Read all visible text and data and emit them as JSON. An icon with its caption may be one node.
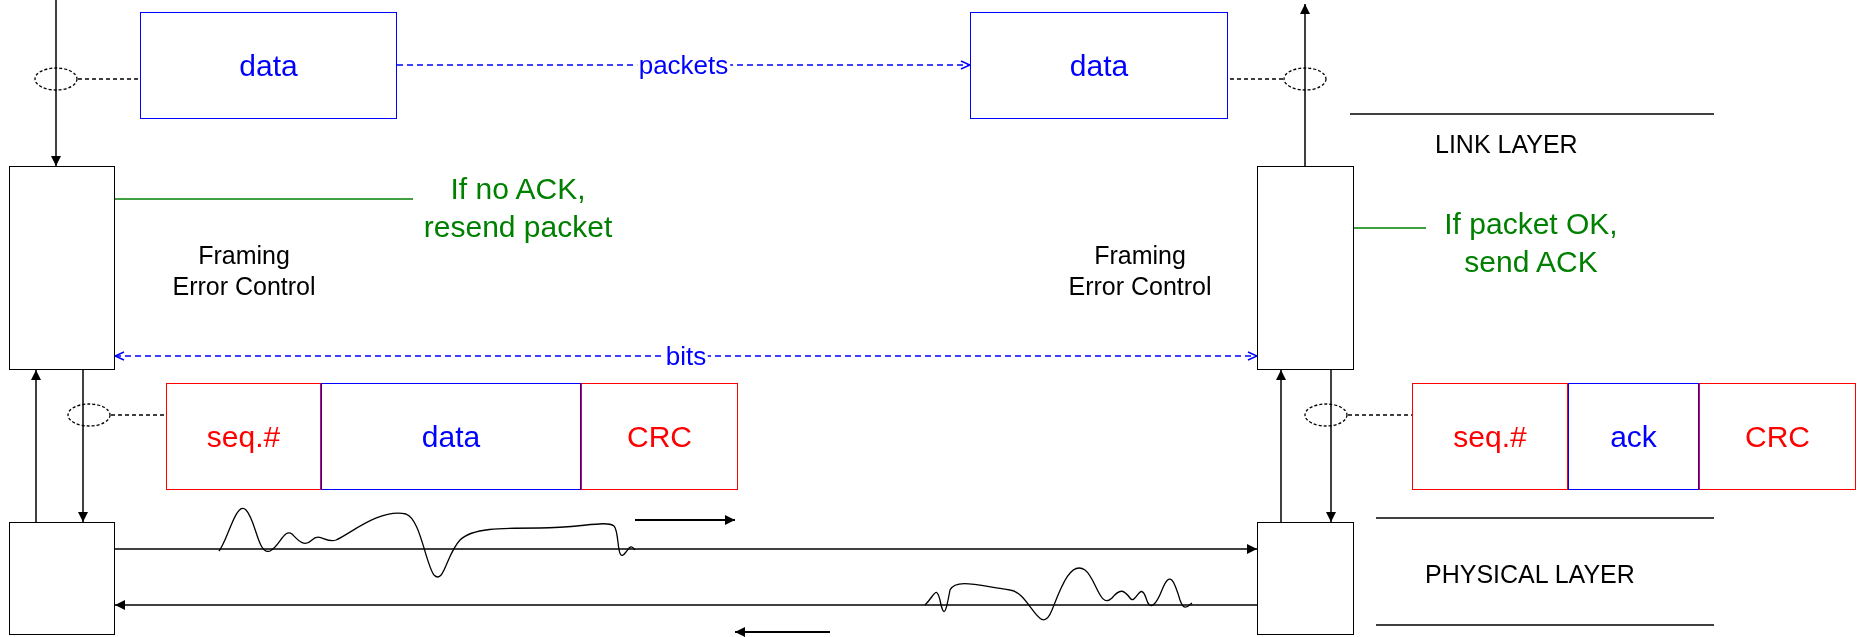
{
  "diagram": {
    "nodes": [
      {
        "text": [],
        "shape": "ellipse"
      },
      {
        "text": [
          "data"
        ]
      },
      {
        "text": [
          "data"
        ]
      },
      {
        "text": [],
        "shape": "ellipse"
      },
      {
        "text": [],
        "shape": "box",
        "beside": [
          "Framing Error Control"
        ]
      },
      {
        "text": [
          "If no ACK, resend packet"
        ]
      },
      {
        "text": [],
        "shape": "box",
        "beside": [
          "Framing Error Control"
        ]
      },
      {
        "text": [
          "If packet OK, send ACK"
        ]
      },
      {
        "text": [],
        "shape": "ellipse"
      },
      {
        "text": [
          "seq.#"
        ]
      },
      {
        "text": [
          "data"
        ]
      },
      {
        "text": [
          "CRC"
        ]
      },
      {
        "text": [],
        "shape": "ellipse"
      },
      {
        "text": [
          "seq.#"
        ]
      },
      {
        "text": [
          "ack"
        ]
      },
      {
        "text": [
          "CRC"
        ]
      },
      {
        "text": [],
        "shape": "box"
      },
      {
        "text": [],
        "shape": "box"
      }
    ],
    "edges": [
      {
        "from": 0,
        "to": 1,
        "arrow": "none",
        "style": "dashed"
      },
      {
        "from": null,
        "to": 4,
        "arrow": "to"
      },
      {
        "from": 1,
        "to": 2,
        "arrow": "to",
        "label": "packets",
        "style": "dashed",
        "color": "#0000ff"
      },
      {
        "from": 3,
        "to": 2,
        "arrow": "none",
        "style": "dashed"
      },
      {
        "from": 6,
        "to": null,
        "arrow": "to"
      },
      {
        "from": 5,
        "to": 4,
        "arrow": "none",
        "color": "#008000"
      },
      {
        "from": 7,
        "to": 6,
        "arrow": "none",
        "color": "#008000"
      },
      {
        "from": 4,
        "to": 6,
        "arrow": "both",
        "label": "bits",
        "style": "dashed",
        "color": "#0000ff"
      },
      {
        "from": 8,
        "to": 9,
        "arrow": "none",
        "style": "dashed"
      },
      {
        "from": 16,
        "to": 4,
        "arrow": "to"
      },
      {
        "from": 4,
        "to": 16,
        "arrow": "to"
      },
      {
        "from": 12,
        "to": 13,
        "arrow": "none",
        "style": "dashed"
      },
      {
        "from": 17,
        "to": 6,
        "arrow": "to"
      },
      {
        "from": 6,
        "to": 17,
        "arrow": "to"
      },
      {
        "from": 16,
        "to": 17,
        "arrow": "to"
      },
      {
        "from": 17,
        "to": 16,
        "arrow": "to"
      }
    ],
    "labels": [
      "LINK LAYER",
      "PHYSICAL LAYER"
    ]
  }
}
